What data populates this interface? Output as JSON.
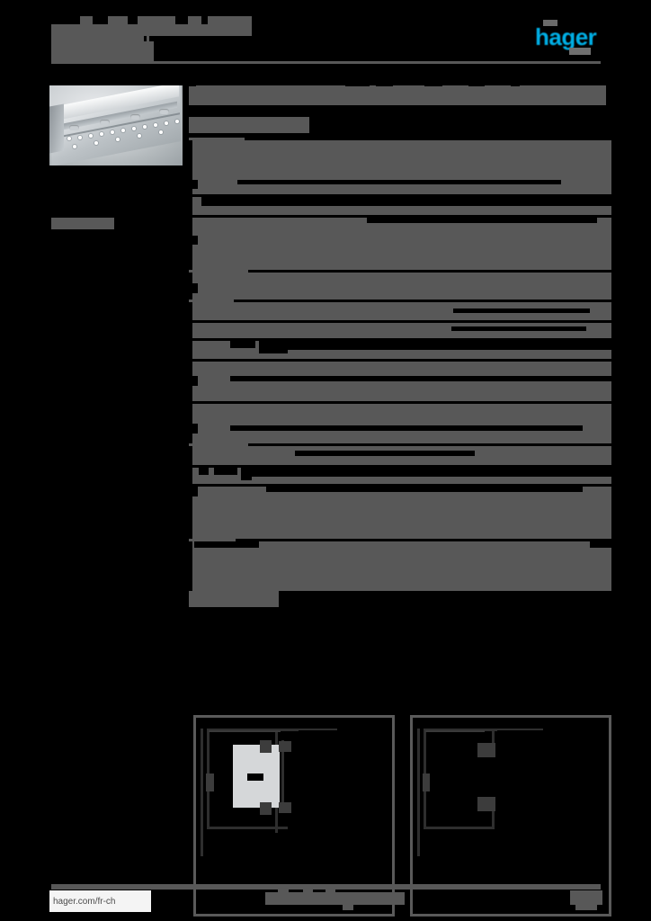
{
  "document": {
    "kind": "product-datasheet",
    "page_background": "#000000",
    "redaction_color": "#585858",
    "brand_color": "#00AEE4"
  },
  "header": {
    "title_redacted": true,
    "subtitle_redacted": true,
    "logo": {
      "name": "hager-logo",
      "wordmark": "hager",
      "color": "#00AEE4"
    }
  },
  "left_column": {
    "product_image": {
      "name": "product-photo",
      "alt": "perforated metal cable trunking channel",
      "material_color": "#c8ced2"
    },
    "caption_redacted": true
  },
  "main": {
    "page_heading_redacted": true,
    "sections": [
      {
        "title_redacted": true,
        "rows": [
          {
            "label_redacted": true,
            "value_redacted": true
          },
          {
            "label_redacted": true,
            "value_redacted": true
          },
          {
            "label_redacted": true,
            "value_redacted": true
          }
        ]
      },
      {
        "title_redacted": true,
        "rows": [
          {
            "label_redacted": true,
            "value_redacted": true
          },
          {
            "label_redacted": true,
            "value_redacted": true
          },
          {
            "label_redacted": true,
            "value_redacted": true
          },
          {
            "label_redacted": true,
            "value_redacted": true
          },
          {
            "label_redacted": true,
            "value_redacted": true
          },
          {
            "label_redacted": true,
            "value_redacted": true
          }
        ]
      },
      {
        "title_redacted": true,
        "rows": [
          {
            "label_redacted": true,
            "value_redacted": true
          },
          {
            "label_redacted": true,
            "value_redacted": true
          },
          {
            "label_redacted": true,
            "value_redacted": true
          }
        ]
      },
      {
        "title_redacted": true,
        "rows": [
          {
            "label_redacted": true,
            "value_redacted": true
          }
        ]
      }
    ],
    "drawings_section": {
      "title_redacted": true,
      "panels": [
        {
          "name": "technical-drawing-left",
          "alt": "mounting bracket front view with plate"
        },
        {
          "name": "technical-drawing-right",
          "alt": "mounting bracket side view"
        }
      ]
    }
  },
  "footer": {
    "url": "hager.com/fr-ch",
    "center_redacted": true,
    "page_number_redacted": true
  }
}
